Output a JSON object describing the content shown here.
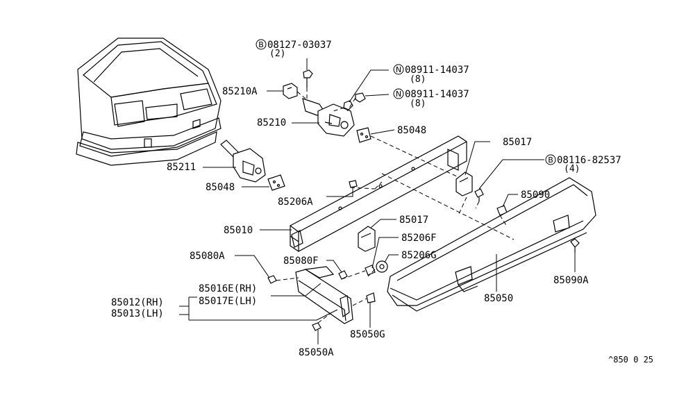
{
  "callouts": {
    "c1": {
      "symbol": "B",
      "code": "08127-03037",
      "qty": "(2)"
    },
    "c2": {
      "symbol": "N",
      "code": "08911-14037",
      "qty": "(8)"
    },
    "c3": {
      "symbol": "N",
      "code": "08911-14037",
      "qty": "(8)"
    },
    "c4": {
      "symbol": "B",
      "code": "08116-82537",
      "qty": "(4)"
    }
  },
  "labels": {
    "p85210A": "85210A",
    "p85210": "85210",
    "p85048a": "85048",
    "p85017a": "85017",
    "p85211": "85211",
    "p85048b": "85048",
    "p85206A": "85206A",
    "p85090": "85090",
    "p85010": "85010",
    "p85017b": "85017",
    "p85206F": "85206F",
    "p85080A": "85080A",
    "p85080F": "85080F",
    "p85206G": "85206G",
    "p85016E": "85016E(RH)",
    "p85017E": "85017E(LH)",
    "p85012": "85012(RH)",
    "p85013": "85013(LH)",
    "p85090A": "85090A",
    "p85050": "85050",
    "p85050G": "85050G",
    "p85050A": "85050A"
  },
  "reference": "^850 0 25"
}
